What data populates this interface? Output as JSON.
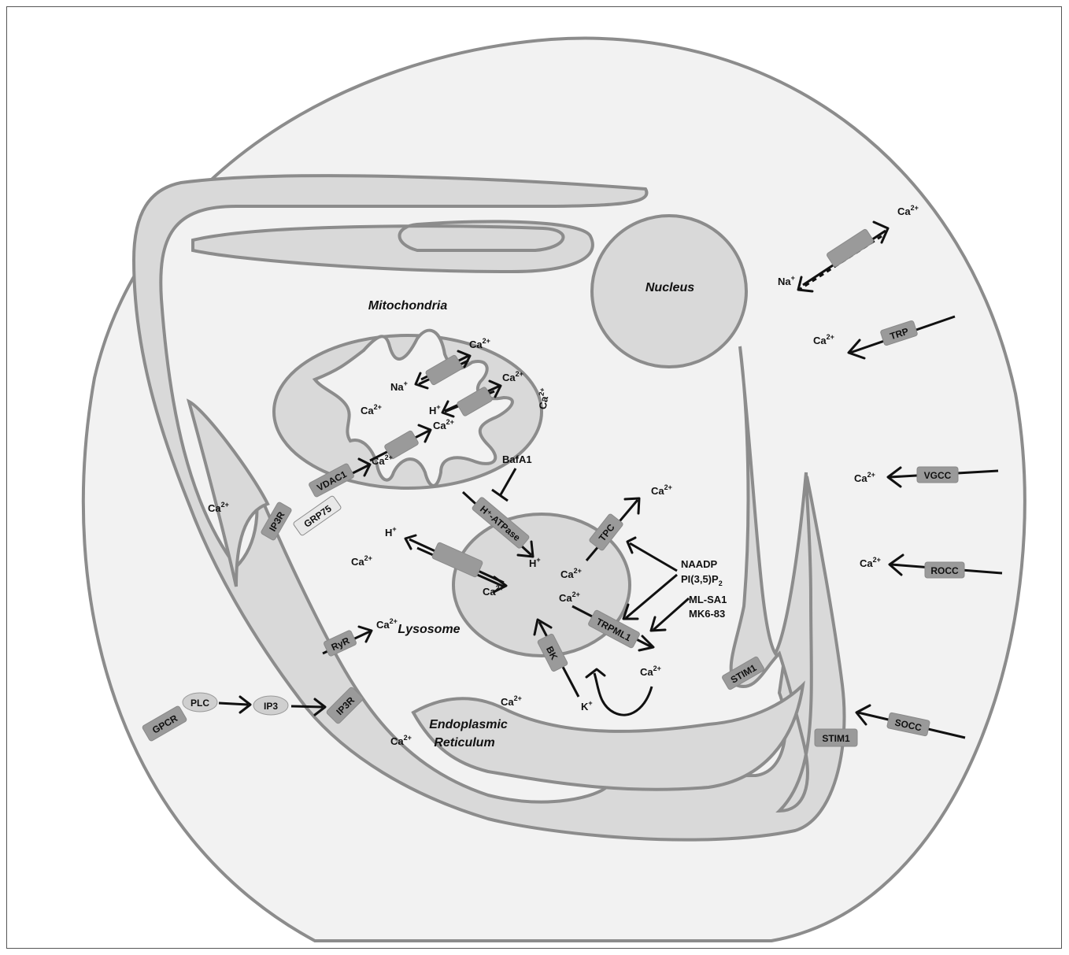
{
  "organelles": {
    "mitochondria": "Mitochondria",
    "nucleus": "Nucleus",
    "lysosome": "Lysosome",
    "er_line1": "Endoplasmic",
    "er_line2": "Reticulum"
  },
  "proteins": {
    "trp": "TRP",
    "vgcc": "VGCC",
    "rocc": "ROCC",
    "socc": "SOCC",
    "stim1_pm": "STIM1",
    "stim1_er": "STIM1",
    "tpc": "TPC",
    "trpml1": "TRPML1",
    "bk": "BK",
    "h_atpase": "H⁺-ATPase",
    "vdac1": "VDAC1",
    "grp75": "GRP75",
    "ip3r_top": "IP3R",
    "ip3r_bottom": "IP3R",
    "ryr": "RyR",
    "gpcr": "GPCR",
    "plc": "PLC",
    "ip3": "IP3"
  },
  "ligands": {
    "naadp": "NAADP",
    "pi35p2": "PI(3,5)P",
    "pi35p2_sub": "2",
    "mlsa1": "ML-SA1",
    "mk683": "MK6-83",
    "bafa1": "BafA1"
  },
  "ions": {
    "ca": "Ca",
    "ca_sup": "2+",
    "na": "Na",
    "h": "H",
    "k": "K",
    "mono_sup": "+"
  },
  "colors": {
    "cell_fill": "#f2f2f2",
    "organelle_fill": "#d9d9d9",
    "membrane_stroke": "#8c8c8c",
    "protein_box": "#9a9a9a",
    "arrow": "#111111"
  }
}
